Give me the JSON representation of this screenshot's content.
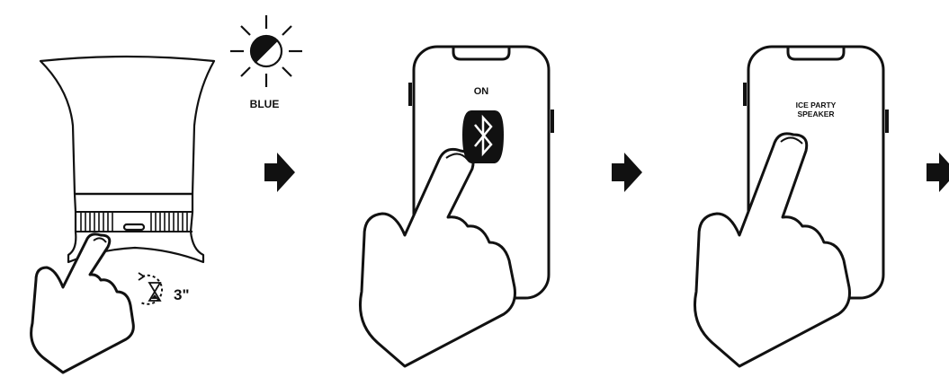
{
  "steps": [
    {
      "light_label": "BLUE",
      "hold_duration": "3\""
    },
    {
      "phone_text": "ON",
      "icon": "bluetooth-icon"
    },
    {
      "phone_text_line1": "ICE PARTY",
      "phone_text_line2": "SPEAKER"
    }
  ],
  "icons": [
    "sun-icon",
    "timer-icon",
    "arrow-right-icon",
    "hand-pointer-icon",
    "smartphone-icon",
    "speaker-lamp-icon",
    "bluetooth-icon"
  ],
  "colors": {
    "ink": "#111111",
    "paper": "#ffffff"
  }
}
